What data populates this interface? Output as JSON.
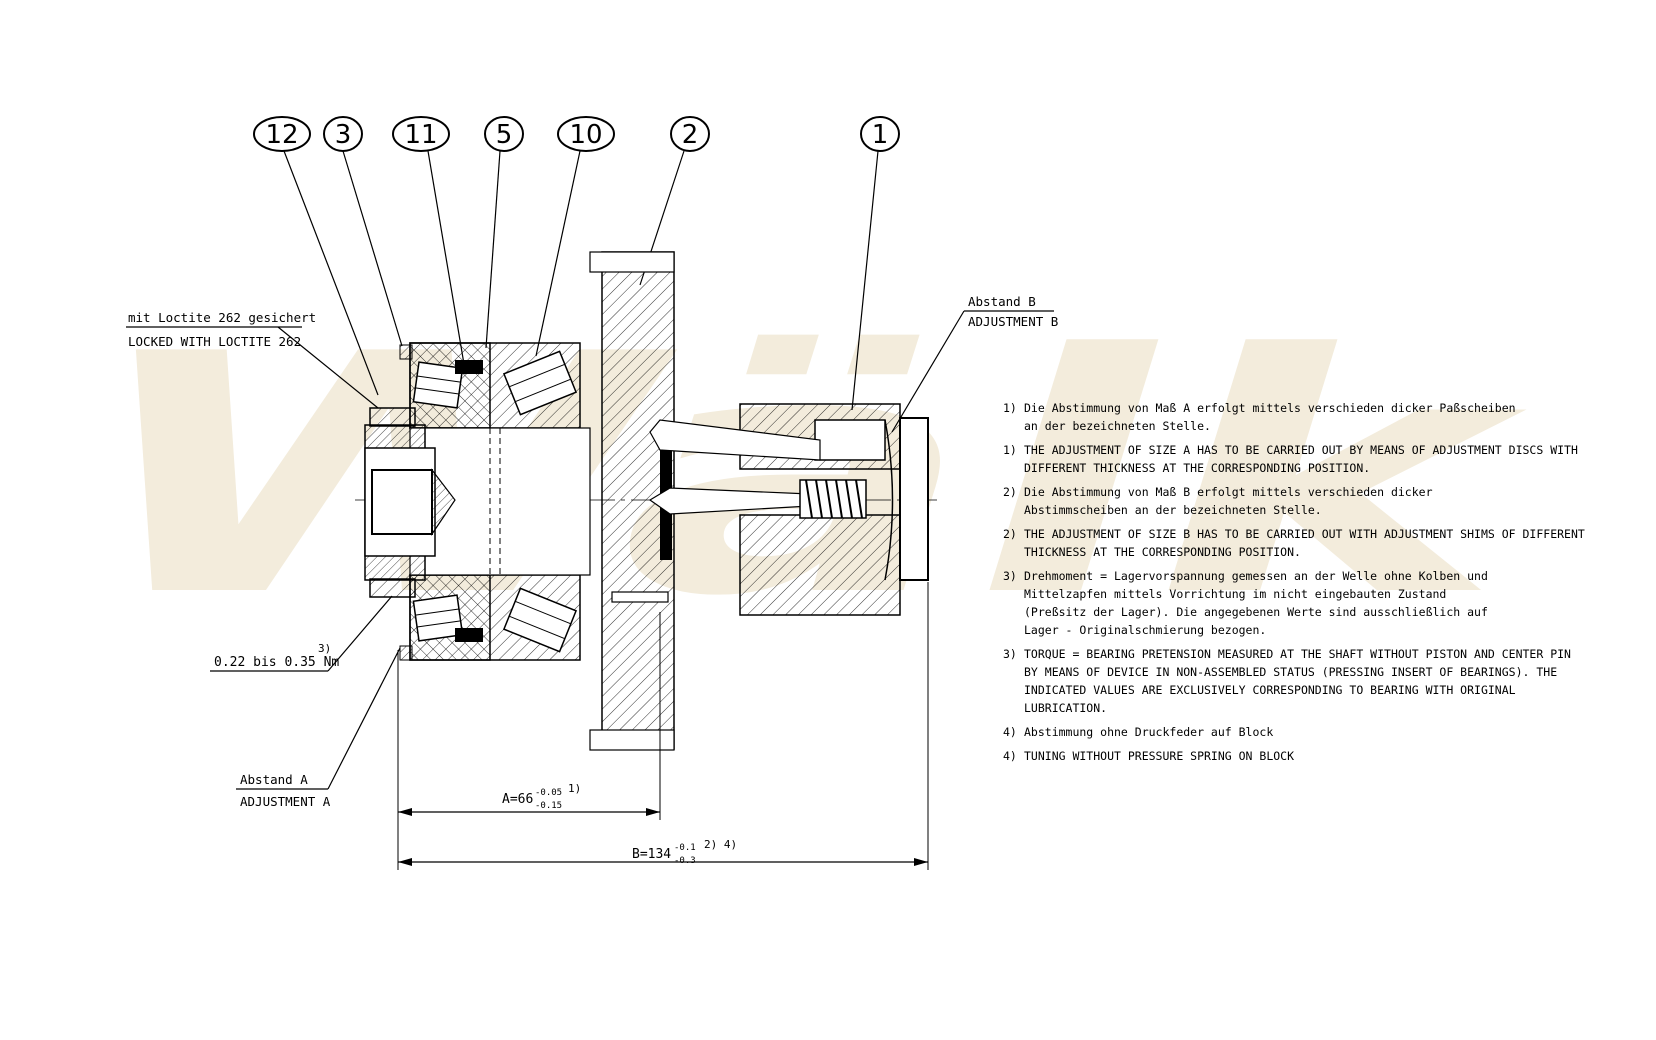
{
  "watermark": "Wälk",
  "balloons": [
    {
      "id": "12",
      "label": "12"
    },
    {
      "id": "3",
      "label": "3"
    },
    {
      "id": "11",
      "label": "11"
    },
    {
      "id": "5",
      "label": "5"
    },
    {
      "id": "10",
      "label": "10"
    },
    {
      "id": "2",
      "label": "2"
    },
    {
      "id": "1",
      "label": "1"
    }
  ],
  "callouts": {
    "loctite_de": "mit Loctite 262 gesichert",
    "loctite_en": "LOCKED WITH LOCTITE 262",
    "torque_ref": "3)",
    "torque_value": "0.22 bis 0.35 Nm",
    "abstand_a_de": "Abstand A",
    "abstand_a_en": "ADJUSTMENT A",
    "abstand_b_de": "Abstand B",
    "abstand_b_en": "ADJUSTMENT B"
  },
  "dimensions": {
    "a_main": "A=66",
    "a_upper_tol": "-0.05",
    "a_lower_tol": "-0.15",
    "a_ref": "1)",
    "b_main": "B=134",
    "b_upper_tol": "-0.1",
    "b_lower_tol": "-0.3",
    "b_ref": "2) 4)"
  },
  "notes": [
    {
      "num": "1)",
      "lines": [
        "Die Abstimmung von Maß A erfolgt mittels verschieden dicker Paßscheiben",
        "an der bezeichneten Stelle."
      ]
    },
    {
      "num": "1)",
      "lines": [
        "THE ADJUSTMENT OF SIZE A HAS TO BE CARRIED OUT BY MEANS OF ADJUSTMENT DISCS WITH",
        "DIFFERENT THICKNESS AT THE CORRESPONDING POSITION."
      ]
    },
    {
      "num": "2)",
      "lines": [
        "Die Abstimmung von Maß B erfolgt mittels verschieden dicker",
        "Abstimmscheiben an der bezeichneten Stelle."
      ]
    },
    {
      "num": "2)",
      "lines": [
        "THE ADJUSTMENT OF SIZE B HAS TO BE CARRIED OUT WITH ADJUSTMENT SHIMS OF DIFFERENT",
        "THICKNESS AT THE CORRESPONDING POSITION."
      ]
    },
    {
      "num": "3)",
      "lines": [
        "Drehmoment = Lagervorspannung gemessen an der Welle ohne Kolben und",
        "Mittelzapfen mittels Vorrichtung im nicht eingebauten Zustand",
        "(Preßsitz der Lager). Die angegebenen Werte sind ausschließlich auf",
        "Lager - Originalschmierung bezogen."
      ]
    },
    {
      "num": "3)",
      "lines": [
        "TORQUE = BEARING PRETENSION MEASURED AT THE SHAFT WITHOUT PISTON AND CENTER PIN",
        "BY MEANS OF DEVICE IN NON-ASSEMBLED STATUS (PRESSING INSERT OF BEARINGS). THE",
        "INDICATED VALUES ARE EXCLUSIVELY CORRESPONDING TO BEARING WITH ORIGINAL",
        "LUBRICATION."
      ]
    },
    {
      "num": "4)",
      "lines": [
        "Abstimmung ohne Druckfeder auf Block"
      ]
    },
    {
      "num": "4)",
      "lines": [
        "TUNING WITHOUT PRESSURE SPRING ON BLOCK"
      ]
    }
  ]
}
